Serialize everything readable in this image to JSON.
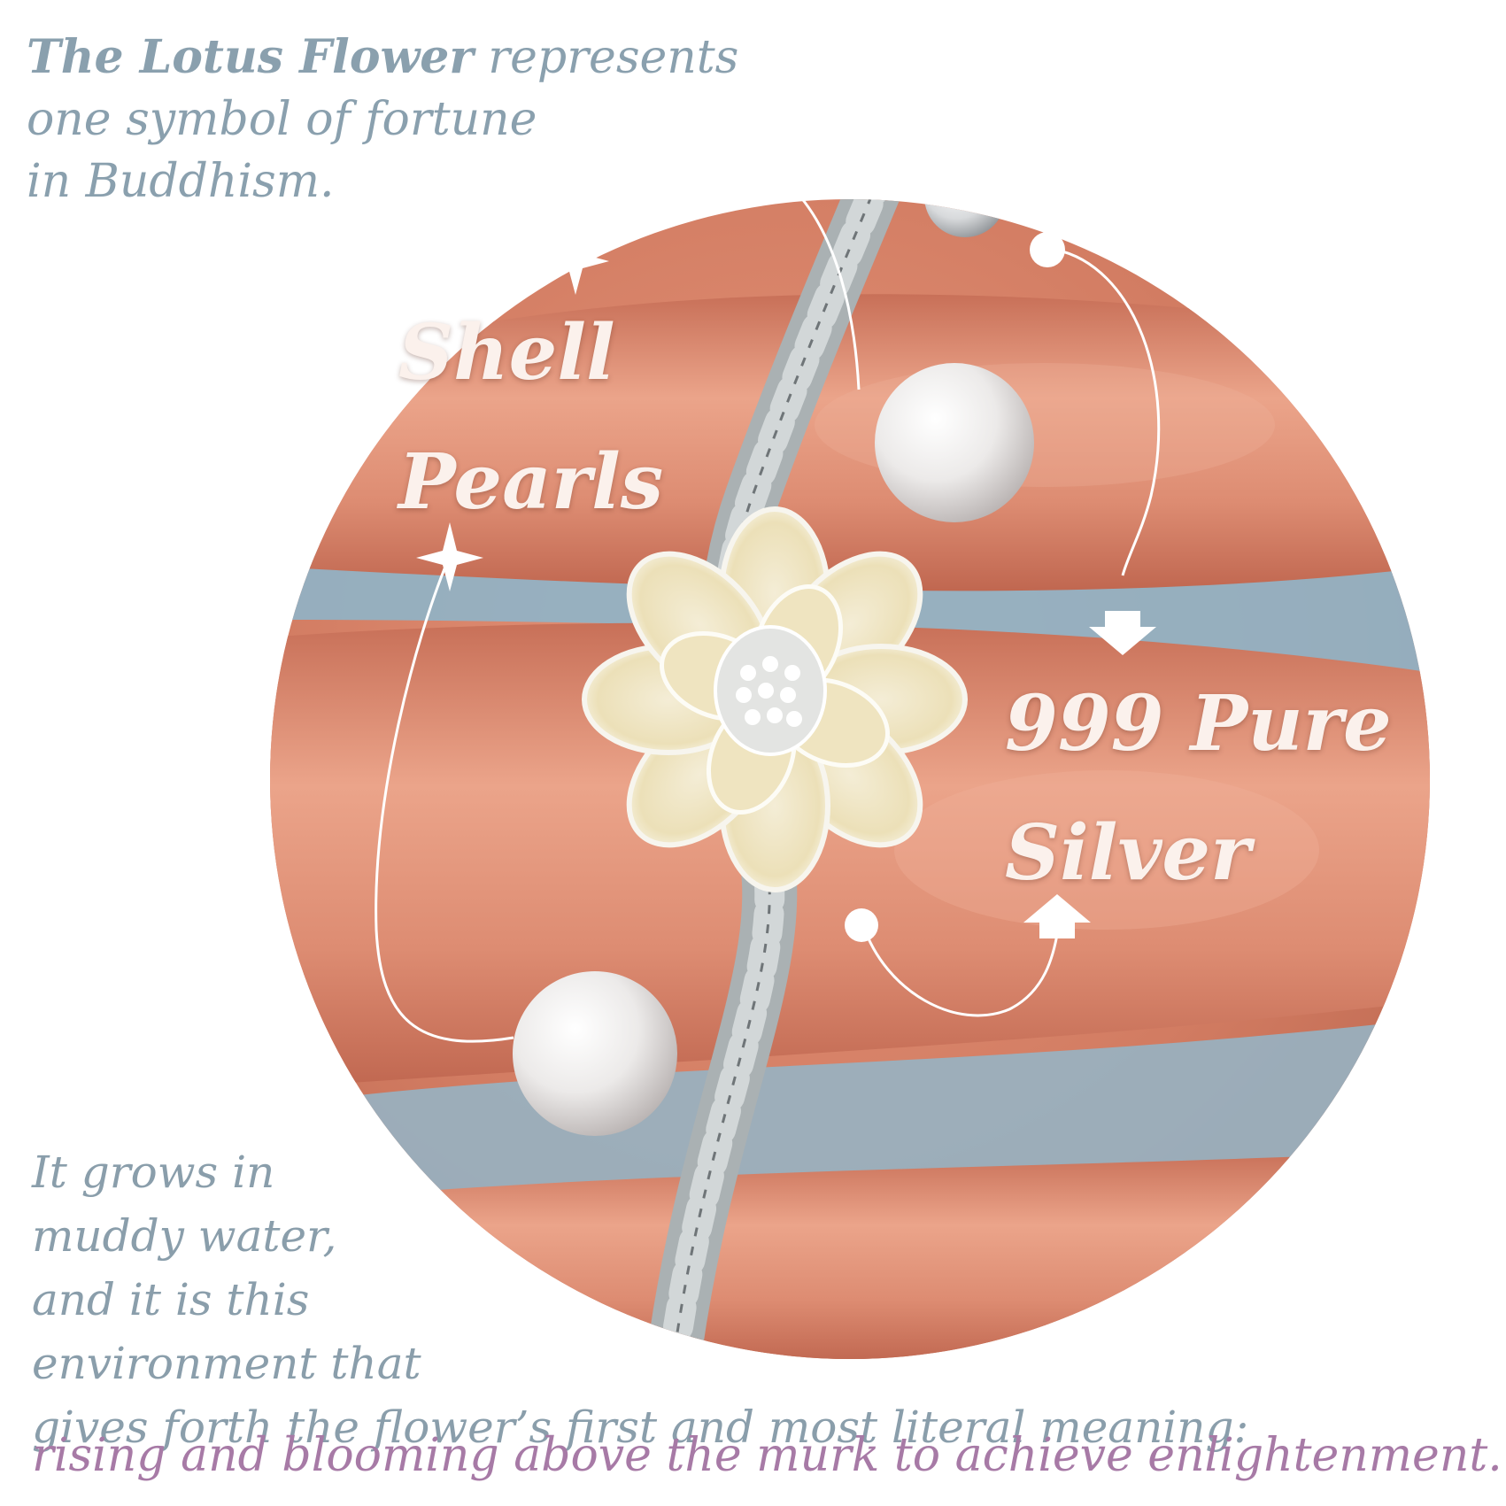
{
  "intro": {
    "title_bold": "The Lotus Flower",
    "line1_rest": " represents",
    "line2": "one symbol of fortune",
    "line3": "in Buddhism."
  },
  "callouts": {
    "shell": {
      "line1": "Shell",
      "line2": "Pearls"
    },
    "silver": {
      "line1": "999 Pure",
      "line2": "Silver"
    }
  },
  "story": {
    "line1": "It grows in",
    "line2": "muddy water,",
    "line3": "and it is this",
    "line4": "environment that",
    "line5": "gives forth the flower’s first and most literal meaning:"
  },
  "final_line": "rising and blooming above the murk to achieve enlightenment.",
  "colors": {
    "intro_text": "#8aa0ae",
    "callout_text": "#fbf1ec",
    "final_text": "#a77aa6",
    "skin": "#d9846a",
    "background_blue": "#8fb4c8",
    "cord": "#b9bfc0"
  }
}
